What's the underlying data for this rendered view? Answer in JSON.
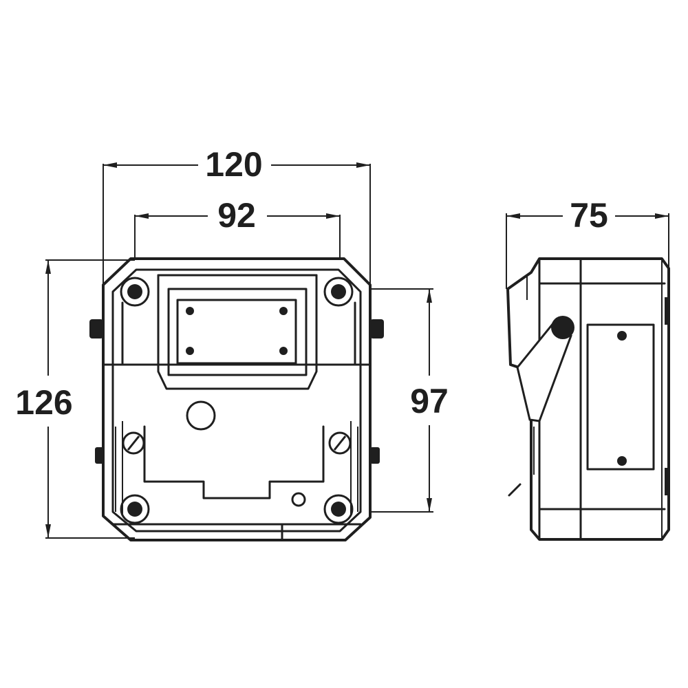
{
  "diagram": {
    "dimensions": {
      "overall_width": "120",
      "inner_width": "92",
      "overall_height": "126",
      "inner_height": "97",
      "depth": "75"
    },
    "line_color": "#1f1f1f",
    "background_color": "#ffffff"
  }
}
